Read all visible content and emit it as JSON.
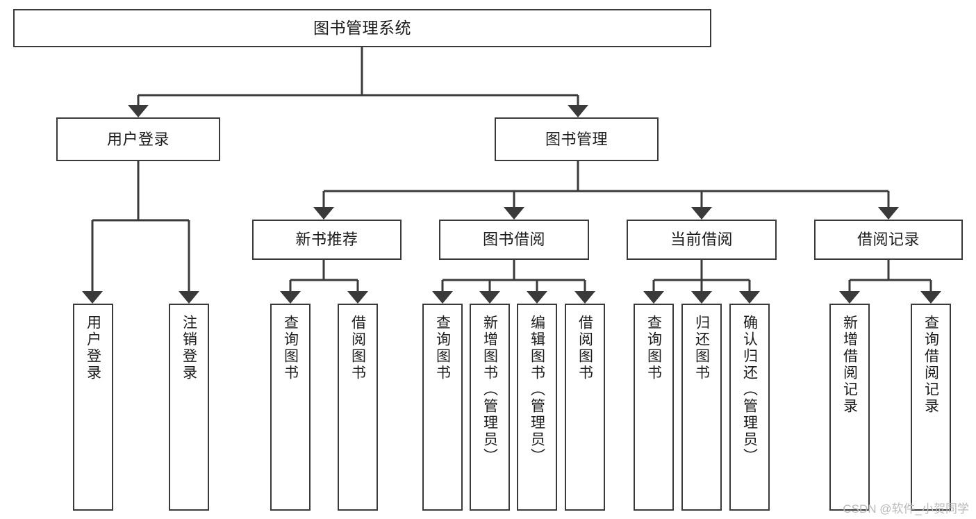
{
  "diagram": {
    "title": "图书管理系统",
    "watermark": "CSDN @软件_小贺同学",
    "accent_color": "#3a3a3a",
    "background_color": "#ffffff",
    "text_color": "#1b1b1b",
    "watermark_color": "#b9b9b9",
    "type": "tree-hierarchy",
    "levels": 4
  },
  "nodes": {
    "root": {
      "label": "图书管理系统"
    },
    "level2": [
      {
        "label": "用户登录"
      },
      {
        "label": "图书管理"
      }
    ],
    "level3": [
      {
        "label": "新书推荐"
      },
      {
        "label": "图书借阅"
      },
      {
        "label": "当前借阅"
      },
      {
        "label": "借阅记录"
      }
    ],
    "leaves_user_login": [
      {
        "label": "用户登录"
      },
      {
        "label": "注销登录"
      }
    ],
    "leaves_new_book": [
      {
        "label": "查询图书"
      },
      {
        "label": "借阅图书"
      }
    ],
    "leaves_borrow": [
      {
        "label": "查询图书"
      },
      {
        "label": "新增图书（管理员）"
      },
      {
        "label": "编辑图书（管理员）"
      },
      {
        "label": "借阅图书"
      }
    ],
    "leaves_current": [
      {
        "label": "查询图书"
      },
      {
        "label": "归还图书"
      },
      {
        "label": "确认归还（管理员）"
      }
    ],
    "leaves_records": [
      {
        "label": "新增借阅记录"
      },
      {
        "label": "查询借阅记录"
      }
    ]
  }
}
